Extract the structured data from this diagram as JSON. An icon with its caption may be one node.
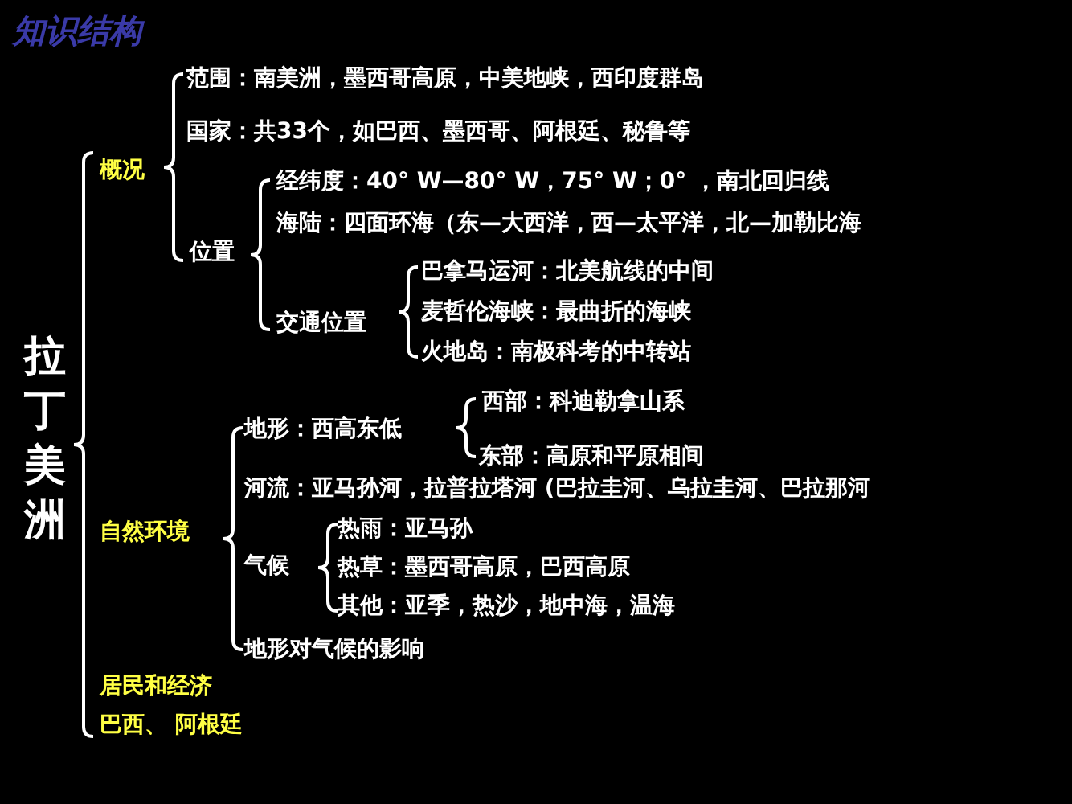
{
  "diagram": {
    "title": "知识结构",
    "labels": [
      "拉丁美洲",
      "概况",
      "范围：南美洲，墨西哥高原，中美地峡，西印度群岛",
      "国家：共33个，如巴西、墨西哥、阿根廷、秘鲁等",
      "位置",
      "经纬度：40° W—80° W，75° W；0° ，南北回归线",
      "海陆：四面环海（东—大西洋，西—太平洋，北—加勒比海",
      "交通位置",
      "巴拿马运河：北美航线的中间",
      "麦哲伦海峡：最曲折的海峡",
      "火地岛：南极科考的中转站",
      "自然环境",
      "地形：西高东低",
      "西部：科迪勒拿山系",
      "东部：高原和平原相间",
      "河流：亚马孙河，拉普拉塔河 (巴拉圭河、乌拉圭河、巴拉那河",
      "气候",
      "热雨：亚马孙",
      "热草：墨西哥高原，巴西高原",
      "其他：亚季，热沙，地中海，温海",
      "地形对气候的影响",
      "居民和经济",
      "巴西、 阿根廷"
    ]
  }
}
